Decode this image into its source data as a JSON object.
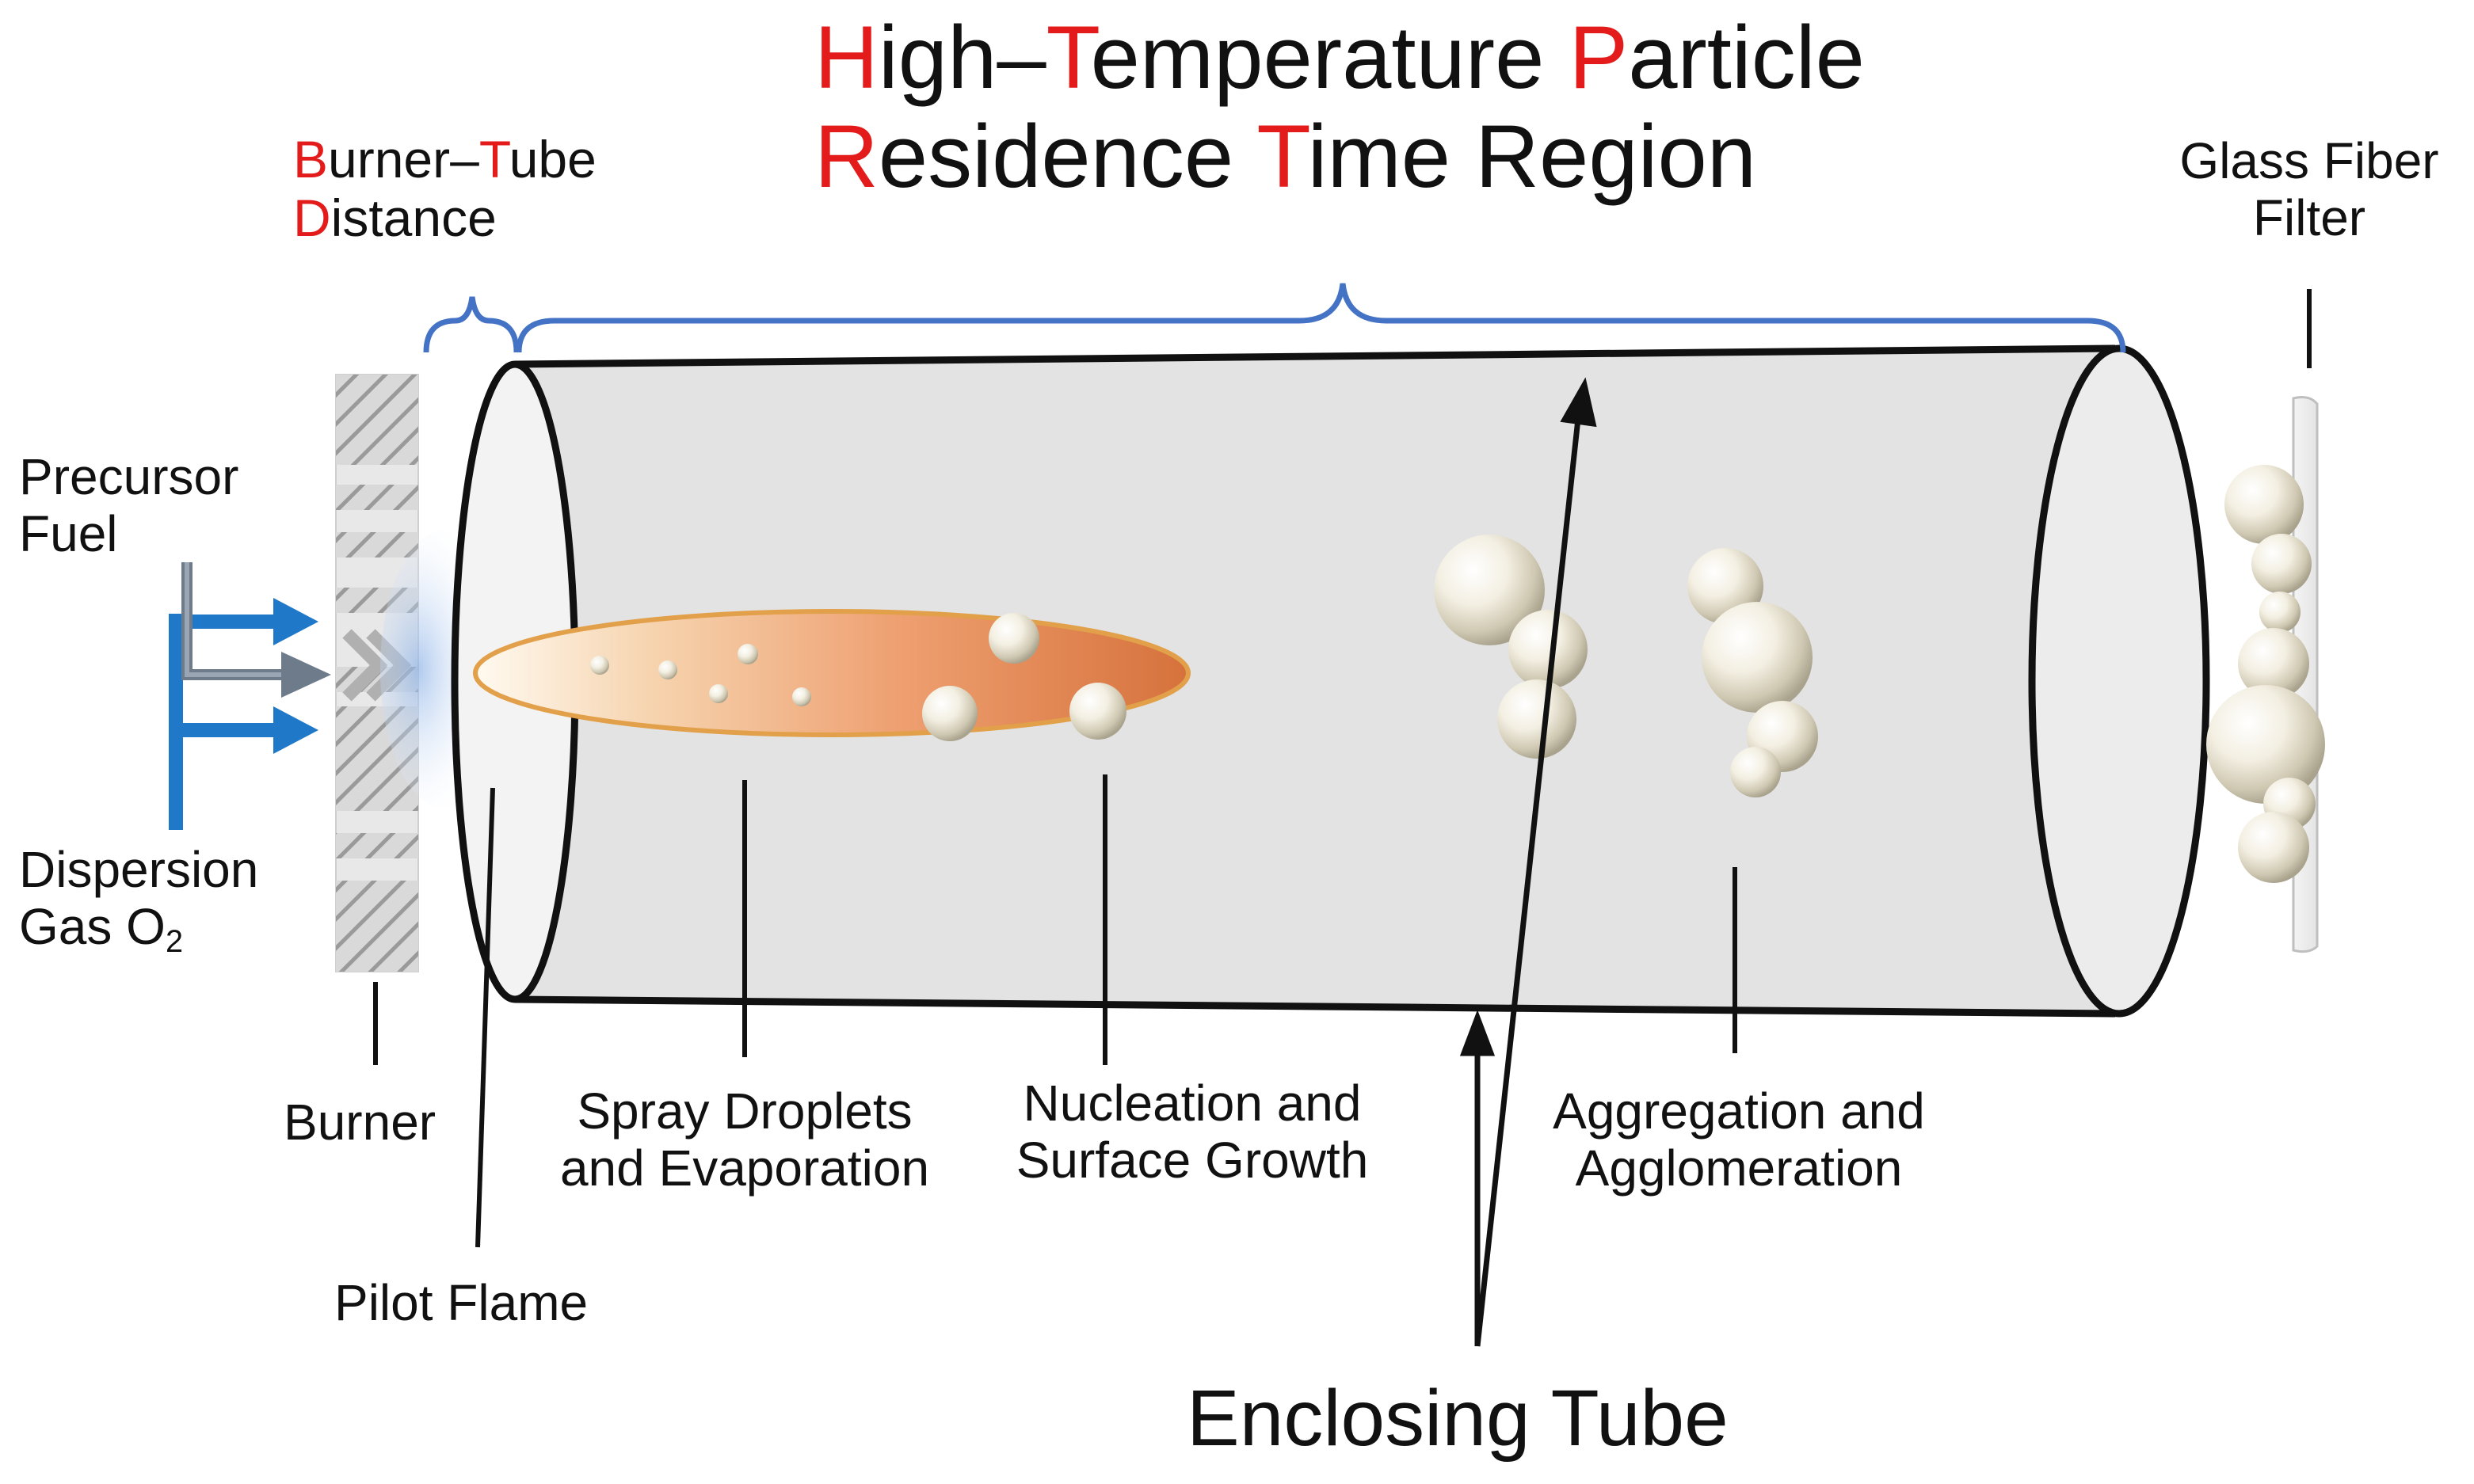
{
  "title": {
    "line1": [
      {
        "t": "H",
        "accent": true
      },
      {
        "t": "igh–",
        "accent": false
      },
      {
        "t": "T",
        "accent": true
      },
      {
        "t": "emperature ",
        "accent": false
      },
      {
        "t": "P",
        "accent": true
      },
      {
        "t": "article",
        "accent": false
      }
    ],
    "line2": [
      {
        "t": "R",
        "accent": true
      },
      {
        "t": "esidence ",
        "accent": false
      },
      {
        "t": "T",
        "accent": true
      },
      {
        "t": "ime Region",
        "accent": false
      }
    ]
  },
  "burner_tube": {
    "line1": [
      {
        "t": "B",
        "accent": true
      },
      {
        "t": "urner–",
        "accent": false
      },
      {
        "t": "T",
        "accent": true
      },
      {
        "t": "ube",
        "accent": false
      }
    ],
    "line2": [
      {
        "t": "D",
        "accent": true
      },
      {
        "t": "istance",
        "accent": false
      }
    ]
  },
  "labels": {
    "glass_fiber_1": "Glass Fiber",
    "glass_fiber_2": "Filter",
    "precursor_1": "Precursor",
    "precursor_2": "Fuel",
    "dispersion_1": "Dispersion",
    "dispersion_2": "Gas O",
    "dispersion_sub": "2",
    "burner": "Burner",
    "pilot_flame": "Pilot Flame",
    "spray_1": "Spray Droplets",
    "spray_2": "and Evaporation",
    "nucleation_1": "Nucleation and",
    "nucleation_2": "Surface Growth",
    "aggregation_1": "Aggregation and",
    "aggregation_2": "Agglomeration",
    "enclosing_tube": "Enclosing Tube"
  },
  "colors": {
    "accent": "#e31b1b",
    "bracket": "#4472c4",
    "gas_arrow": "#1f78c8",
    "fuel_arrow": "#6e7b8b",
    "tube_fill": "#e3e3e3",
    "flame_outer": "#f0a070",
    "flame_inner": "#fff6e6"
  }
}
